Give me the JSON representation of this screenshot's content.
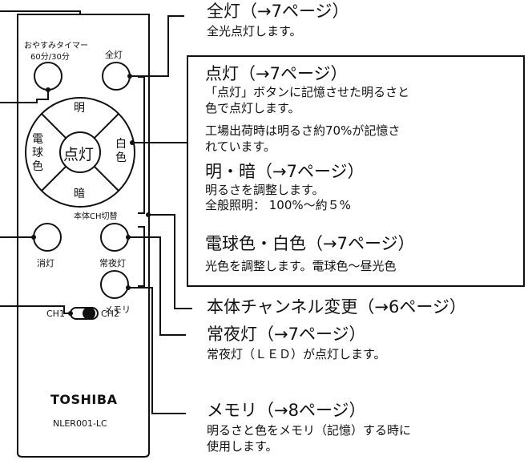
{
  "remote": {
    "sleep_timer_label": "おやすみタイマー",
    "sleep_timer_times": "60分/30分",
    "zenko_label": "全灯",
    "ring_top": "明",
    "ring_bottom": "暗",
    "ring_left": "電球色",
    "ring_right": "白色",
    "center_button": "点灯",
    "ch_switch_label": "本体CH切替",
    "off_label": "消灯",
    "night_label": "常夜灯",
    "memory_label": "メモリ",
    "ch1": "CH1",
    "ch2": "CH2",
    "brand": "TOSHIBA",
    "model": "NLER001-LC"
  },
  "callouts": {
    "zenko": {
      "title": "全灯（→7ページ）",
      "desc": "全光点灯します。"
    },
    "channel": {
      "title": "本体チャンネル変更（→6ページ）"
    },
    "night": {
      "title": "常夜灯（→7ページ）",
      "desc": "常夜灯（ＬＥＤ）が点灯します。"
    },
    "memory": {
      "title": "メモリ（→8ページ）",
      "desc1": "明るさと色をメモリ（記憶）する時に",
      "desc2": "使用します。"
    }
  },
  "info_box": {
    "tento_title": "点灯（→7ページ）",
    "tento_desc1": "「点灯」ボタンに記憶させた明るさと",
    "tento_desc2": "色で点灯します。",
    "tento_desc3": "工場出荷時は明るさ約70%が記憶さ",
    "tento_desc4": "れています。",
    "bright_title": "明・暗（→7ページ）",
    "bright_desc1": "明るさを調整します。",
    "bright_desc2": "全般照明： 100%～約５%",
    "color_title": "電球色・白色（→7ページ）",
    "color_desc": "光色を調整します。電球色～昼光色"
  }
}
